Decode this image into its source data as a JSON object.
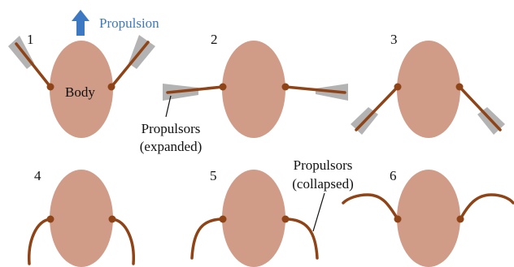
{
  "legend": {
    "propulsion_label": "Propulsion",
    "arrow_color": "#3d78c2"
  },
  "panels": [
    {
      "number": "1"
    },
    {
      "number": "2"
    },
    {
      "number": "3"
    },
    {
      "number": "4"
    },
    {
      "number": "5"
    },
    {
      "number": "6"
    }
  ],
  "annotations": {
    "body": "Body",
    "propulsors_expanded_line1": "Propulsors",
    "propulsors_expanded_line2": "(expanded)",
    "propulsors_collapsed_line1": "Propulsors",
    "propulsors_collapsed_line2": "(collapsed)"
  },
  "colors": {
    "body": "#d09b87",
    "limb": "#8f4418",
    "joint": "#8f4418",
    "fin": "#b3b3b3"
  }
}
